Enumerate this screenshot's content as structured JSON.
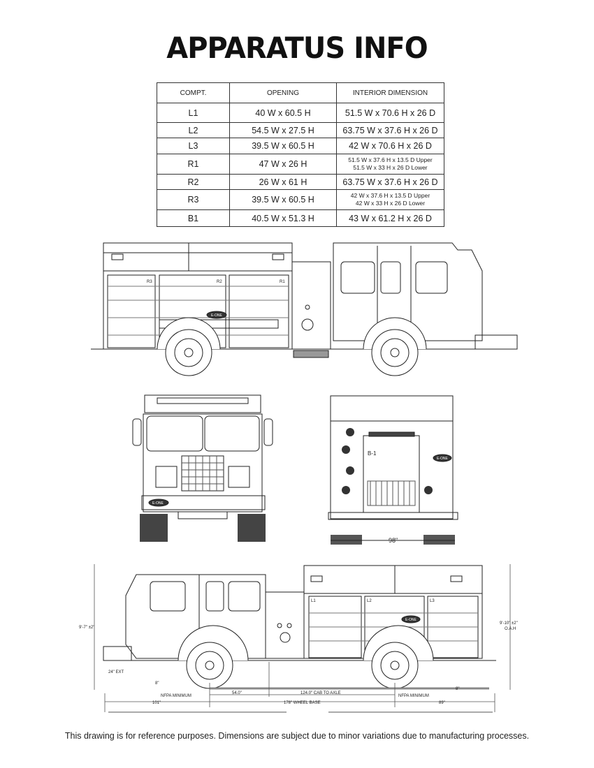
{
  "title": "APPARATUS INFO",
  "table": {
    "headers": [
      "COMPT.",
      "OPENING",
      "INTERIOR DIMENSION"
    ],
    "rows": [
      {
        "compt": "L1",
        "opening": "40 W x 60.5 H",
        "interior": [
          "51.5 W x 70.6 H x 26 D"
        ]
      },
      {
        "compt": "L2",
        "opening": "54.5 W x 27.5 H",
        "interior": [
          "63.75 W x 37.6 H x 26 D"
        ]
      },
      {
        "compt": "L3",
        "opening": "39.5 W x 60.5 H",
        "interior": [
          "42 W x 70.6 H x 26 D"
        ]
      },
      {
        "compt": "R1",
        "opening": "47 W x 26 H",
        "interior": [
          "51.5 W x 37.6 H x 13.5 D Upper",
          "51.5 W x 33 H x 26 D Lower"
        ]
      },
      {
        "compt": "R2",
        "opening": "26 W x 61 H",
        "interior": [
          "63.75 W x 37.6 H x 26 D"
        ]
      },
      {
        "compt": "R3",
        "opening": "39.5 W x 60.5 H",
        "interior": [
          "42 W x 37.6 H x 13.5 D Upper",
          "42 W x 33 H x 26 D Lower"
        ]
      },
      {
        "compt": "B1",
        "opening": "40.5 W x 51.3 H",
        "interior": [
          "43 W x 61.2 H x 26 D"
        ]
      }
    ]
  },
  "right_side_view": {
    "labels": [
      "R3",
      "R2",
      "R1"
    ],
    "logo": "E-ONE"
  },
  "front_view": {
    "logo": "E-ONE"
  },
  "rear_view": {
    "compartment": "B-1",
    "width": "98\"",
    "logo": "E-ONE"
  },
  "left_side_view": {
    "compartments": [
      "L1",
      "L2",
      "L3"
    ],
    "logo": "E-ONE",
    "cab_height": "9'-7\" ±2\"",
    "overall_height": "9'-10\" ±2\"",
    "overall_height_label": "O.A.H",
    "bumper_ext": "24\" EXT",
    "front_clearance": "8\"",
    "rear_clearance": "8\"",
    "front_nfpa": "NFPA MINIMUM",
    "rear_nfpa": "NFPA MINIMUM",
    "cab_dim": "54.0\"",
    "cab_to_axle": "124.0\" CAB TO AXLE",
    "front_overhang": "101\"",
    "wheel_base": "178\" WHEEL BASE",
    "rear_overhang": "89\""
  },
  "footer": "This drawing is for reference purposes. Dimensions are subject due to minor variations due to manufacturing processes."
}
